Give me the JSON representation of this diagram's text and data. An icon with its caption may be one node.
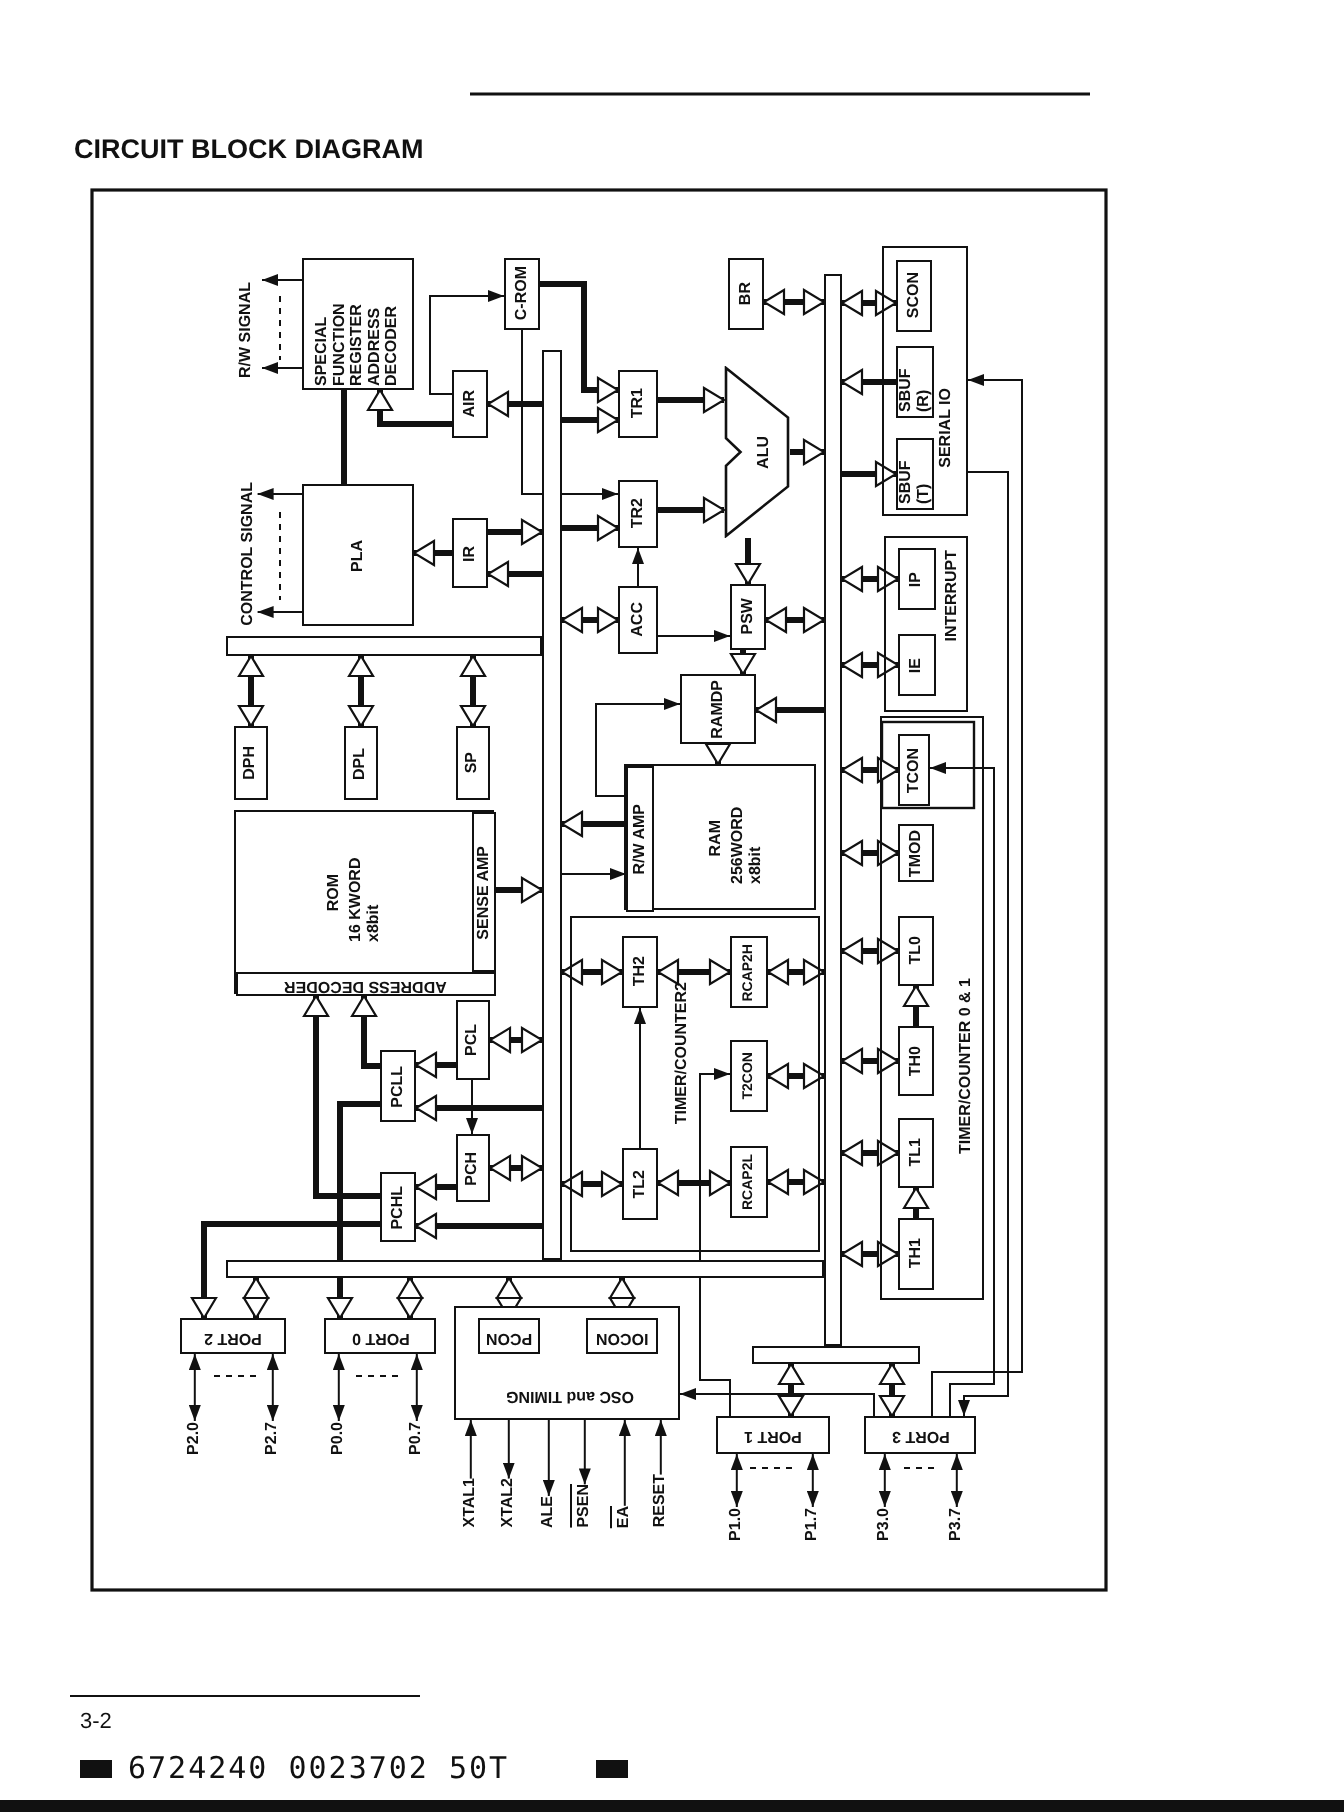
{
  "diagram": {
    "title": "CIRCUIT BLOCK DIAGRAM",
    "nodes": [
      {
        "text": [
          "R/W SIGNAL"
        ]
      },
      {
        "text": [
          "SPECIAL FUNCTION REGISTER ADDRESS DECODER"
        ]
      },
      {
        "text": [
          "C-ROM"
        ]
      },
      {
        "text": [
          "BR"
        ]
      },
      {
        "text": [
          "SERIAL IO"
        ]
      },
      {
        "text": [
          "SCON"
        ],
        "in": 4
      },
      {
        "text": [
          "SBUF (R)"
        ],
        "in": 4
      },
      {
        "text": [
          "SBUF (T)"
        ],
        "in": 4
      },
      {
        "text": [
          "AIR"
        ]
      },
      {
        "text": [
          "TR1"
        ]
      },
      {
        "text": [
          "ALU"
        ]
      },
      {
        "text": [
          "CONTROL SIGNAL"
        ]
      },
      {
        "text": [
          "PLA"
        ]
      },
      {
        "text": [
          "IR"
        ]
      },
      {
        "text": [
          "TR2"
        ]
      },
      {
        "text": [
          "ACC"
        ]
      },
      {
        "text": [
          "PSW"
        ]
      },
      {
        "text": [
          "INTERRUPT"
        ]
      },
      {
        "text": [
          "IP"
        ],
        "in": 17
      },
      {
        "text": [
          "IE"
        ],
        "in": 17
      },
      {
        "text": [
          "RAMDP"
        ]
      },
      {
        "text": [
          "DPH"
        ]
      },
      {
        "text": [
          "DPL"
        ]
      },
      {
        "text": [
          "SP"
        ]
      },
      {
        "text": [
          "RAM",
          "256WORD x8bit"
        ]
      },
      {
        "text": [
          "R/W AMP"
        ],
        "in": 24
      },
      {
        "text": [
          "ROM",
          "16 KWORD x8bit"
        ]
      },
      {
        "text": [
          "SENSE AMP"
        ],
        "in": 26
      },
      {
        "text": [
          "ADDRESS DECODER"
        ],
        "in": 26
      },
      {
        "text": [
          "TIMER/COUNTER 0 & 1"
        ]
      },
      {
        "text": [
          "TCON"
        ],
        "in": 29
      },
      {
        "text": [
          "TMOD"
        ],
        "in": 29
      },
      {
        "text": [
          "TL0"
        ],
        "in": 29
      },
      {
        "text": [
          "TH0"
        ],
        "in": 29
      },
      {
        "text": [
          "TL1"
        ],
        "in": 29
      },
      {
        "text": [
          "TH1"
        ],
        "in": 29
      },
      {
        "text": [
          "TIMER/COUNTER2"
        ]
      },
      {
        "text": [
          "TH2"
        ],
        "in": 36
      },
      {
        "text": [
          "RCAP2H"
        ],
        "in": 36
      },
      {
        "text": [
          "T2CON"
        ],
        "in": 36
      },
      {
        "text": [
          "TL2"
        ],
        "in": 36
      },
      {
        "text": [
          "RCAP2L"
        ],
        "in": 36
      },
      {
        "text": [
          "PCL"
        ]
      },
      {
        "text": [
          "PCLL"
        ]
      },
      {
        "text": [
          "PCH"
        ]
      },
      {
        "text": [
          "PCHL"
        ]
      },
      {
        "text": [
          "PORT 2"
        ]
      },
      {
        "text": [
          "PORT 0"
        ]
      },
      {
        "text": [
          "OSC and TIMING"
        ]
      },
      {
        "text": [
          "PCON"
        ],
        "in": 48
      },
      {
        "text": [
          "IOCON"
        ],
        "in": 48
      },
      {
        "text": [
          "PORT 1"
        ]
      },
      {
        "text": [
          "PORT 3"
        ]
      },
      {
        "text": [
          "P2.0"
        ]
      },
      {
        "text": [
          "P2.7"
        ]
      },
      {
        "text": [
          "P0.0"
        ]
      },
      {
        "text": [
          "P0.7"
        ]
      },
      {
        "text": [
          "XTAL1"
        ]
      },
      {
        "text": [
          "XTAL2"
        ]
      },
      {
        "text": [
          "ALE"
        ]
      },
      {
        "text": [
          "PSEN"
        ]
      },
      {
        "text": [
          "EA"
        ]
      },
      {
        "text": [
          "RESET"
        ]
      },
      {
        "text": [
          "P1.0"
        ]
      },
      {
        "text": [
          "P1.7"
        ]
      },
      {
        "text": [
          "P3.0"
        ]
      },
      {
        "text": [
          "P3.7"
        ]
      },
      {
        "text": [],
        "shape": "bar"
      },
      {
        "text": [],
        "shape": "bar"
      },
      {
        "text": [],
        "shape": "bar"
      },
      {
        "text": [],
        "shape": "bar"
      },
      {
        "text": [],
        "shape": "bar"
      }
    ],
    "edges": [
      {
        "from": 1,
        "to": 0,
        "arrow": "to"
      },
      {
        "from": 1,
        "to": 0,
        "arrow": "to"
      },
      {
        "from": 12,
        "to": 11,
        "arrow": "to"
      },
      {
        "from": 12,
        "to": 11,
        "arrow": "to"
      },
      {
        "from": 12,
        "to": 1,
        "arrow": "none"
      },
      {
        "from": 8,
        "to": 1,
        "arrow": "to"
      },
      {
        "from": 8,
        "to": 2,
        "arrow": "to"
      },
      {
        "from": 2,
        "to": 9,
        "arrow": "to"
      },
      {
        "from": 68,
        "to": 8,
        "arrow": "to"
      },
      {
        "from": 68,
        "to": 9,
        "arrow": "to"
      },
      {
        "from": 68,
        "to": 14,
        "arrow": "to"
      },
      {
        "from": 9,
        "to": 10,
        "arrow": "to"
      },
      {
        "from": 14,
        "to": 10,
        "arrow": "to"
      },
      {
        "from": 10,
        "to": 70,
        "arrow": "to"
      },
      {
        "from": 10,
        "to": 16,
        "arrow": "to"
      },
      {
        "from": 13,
        "to": 12,
        "arrow": "to"
      },
      {
        "from": 13,
        "to": 68,
        "arrow": "to"
      },
      {
        "from": 68,
        "to": 13,
        "arrow": "to"
      },
      {
        "from": 2,
        "to": 14,
        "arrow": "to"
      },
      {
        "from": 15,
        "to": 14,
        "arrow": "to"
      },
      {
        "from": 15,
        "to": 16,
        "arrow": "to"
      },
      {
        "from": 16,
        "to": 20,
        "arrow": "to"
      },
      {
        "from": 68,
        "to": 15,
        "arrow": "both"
      },
      {
        "from": 16,
        "to": 70,
        "arrow": "both"
      },
      {
        "from": 20,
        "to": 24,
        "arrow": "to"
      },
      {
        "from": 70,
        "to": 20,
        "arrow": "to"
      },
      {
        "from": 25,
        "to": 20,
        "arrow": "to"
      },
      {
        "from": 25,
        "to": 68,
        "arrow": "to"
      },
      {
        "from": 68,
        "to": 25,
        "arrow": "to"
      },
      {
        "from": 3,
        "to": 70,
        "arrow": "both"
      },
      {
        "from": 70,
        "to": 5,
        "arrow": "both"
      },
      {
        "from": 6,
        "to": 70,
        "arrow": "to"
      },
      {
        "from": 70,
        "to": 7,
        "arrow": "to"
      },
      {
        "from": 70,
        "to": 18,
        "arrow": "both"
      },
      {
        "from": 70,
        "to": 19,
        "arrow": "both"
      },
      {
        "from": 70,
        "to": 30,
        "arrow": "both"
      },
      {
        "from": 70,
        "to": 31,
        "arrow": "both"
      },
      {
        "from": 70,
        "to": 32,
        "arrow": "both"
      },
      {
        "from": 70,
        "to": 33,
        "arrow": "both"
      },
      {
        "from": 70,
        "to": 34,
        "arrow": "both"
      },
      {
        "from": 70,
        "to": 35,
        "arrow": "both"
      },
      {
        "from": 33,
        "to": 32,
        "arrow": "to"
      },
      {
        "from": 35,
        "to": 34,
        "arrow": "to"
      },
      {
        "from": 67,
        "to": 21,
        "arrow": "both"
      },
      {
        "from": 67,
        "to": 22,
        "arrow": "both"
      },
      {
        "from": 67,
        "to": 23,
        "arrow": "both"
      },
      {
        "from": 27,
        "to": 68,
        "arrow": "to"
      },
      {
        "from": 68,
        "to": 42,
        "arrow": "both"
      },
      {
        "from": 68,
        "to": 44,
        "arrow": "both"
      },
      {
        "from": 42,
        "to": 43,
        "arrow": "to"
      },
      {
        "from": 42,
        "to": 44,
        "arrow": "to"
      },
      {
        "from": 44,
        "to": 45,
        "arrow": "to"
      },
      {
        "from": 68,
        "to": 43,
        "arrow": "to"
      },
      {
        "from": 68,
        "to": 45,
        "arrow": "to"
      },
      {
        "from": 43,
        "to": 28,
        "arrow": "to"
      },
      {
        "from": 45,
        "to": 28,
        "arrow": "to"
      },
      {
        "from": 45,
        "to": 46,
        "arrow": "to"
      },
      {
        "from": 43,
        "to": 47,
        "arrow": "to"
      },
      {
        "from": 69,
        "to": 46,
        "arrow": "both"
      },
      {
        "from": 69,
        "to": 47,
        "arrow": "both"
      },
      {
        "from": 69,
        "to": 49,
        "arrow": "both"
      },
      {
        "from": 69,
        "to": 50,
        "arrow": "both"
      },
      {
        "from": 71,
        "to": 51,
        "arrow": "both"
      },
      {
        "from": 71,
        "to": 52,
        "arrow": "both"
      },
      {
        "from": 68,
        "to": 37,
        "arrow": "both"
      },
      {
        "from": 68,
        "to": 40,
        "arrow": "both"
      },
      {
        "from": 37,
        "to": 38,
        "arrow": "both"
      },
      {
        "from": 40,
        "to": 41,
        "arrow": "both"
      },
      {
        "from": 70,
        "to": 38,
        "arrow": "both"
      },
      {
        "from": 70,
        "to": 39,
        "arrow": "both"
      },
      {
        "from": 70,
        "to": 41,
        "arrow": "both"
      },
      {
        "from": 40,
        "to": 37,
        "arrow": "to"
      },
      {
        "from": 51,
        "to": 39,
        "arrow": "to"
      },
      {
        "from": 52,
        "to": 48,
        "arrow": "to"
      },
      {
        "from": 52,
        "to": 30,
        "arrow": "to"
      },
      {
        "from": 4,
        "to": 52,
        "arrow": "to"
      },
      {
        "from": 52,
        "to": 4,
        "arrow": "to"
      },
      {
        "from": 46,
        "to": 53,
        "arrow": "both"
      },
      {
        "from": 46,
        "to": 54,
        "arrow": "both"
      },
      {
        "from": 47,
        "to": 55,
        "arrow": "both"
      },
      {
        "from": 47,
        "to": 56,
        "arrow": "both"
      },
      {
        "from": 57,
        "to": 48,
        "arrow": "to"
      },
      {
        "from": 48,
        "to": 58,
        "arrow": "to"
      },
      {
        "from": 48,
        "to": 59,
        "arrow": "to"
      },
      {
        "from": 48,
        "to": 60,
        "arrow": "to"
      },
      {
        "from": 61,
        "to": 48,
        "arrow": "to"
      },
      {
        "from": 62,
        "to": 48,
        "arrow": "to"
      },
      {
        "from": 51,
        "to": 63,
        "arrow": "both"
      },
      {
        "from": 51,
        "to": 64,
        "arrow": "both"
      },
      {
        "from": 52,
        "to": 65,
        "arrow": "both"
      },
      {
        "from": 52,
        "to": 66,
        "arrow": "both"
      }
    ],
    "labels": [
      "3-2",
      "6724240 0023702 50T"
    ]
  }
}
